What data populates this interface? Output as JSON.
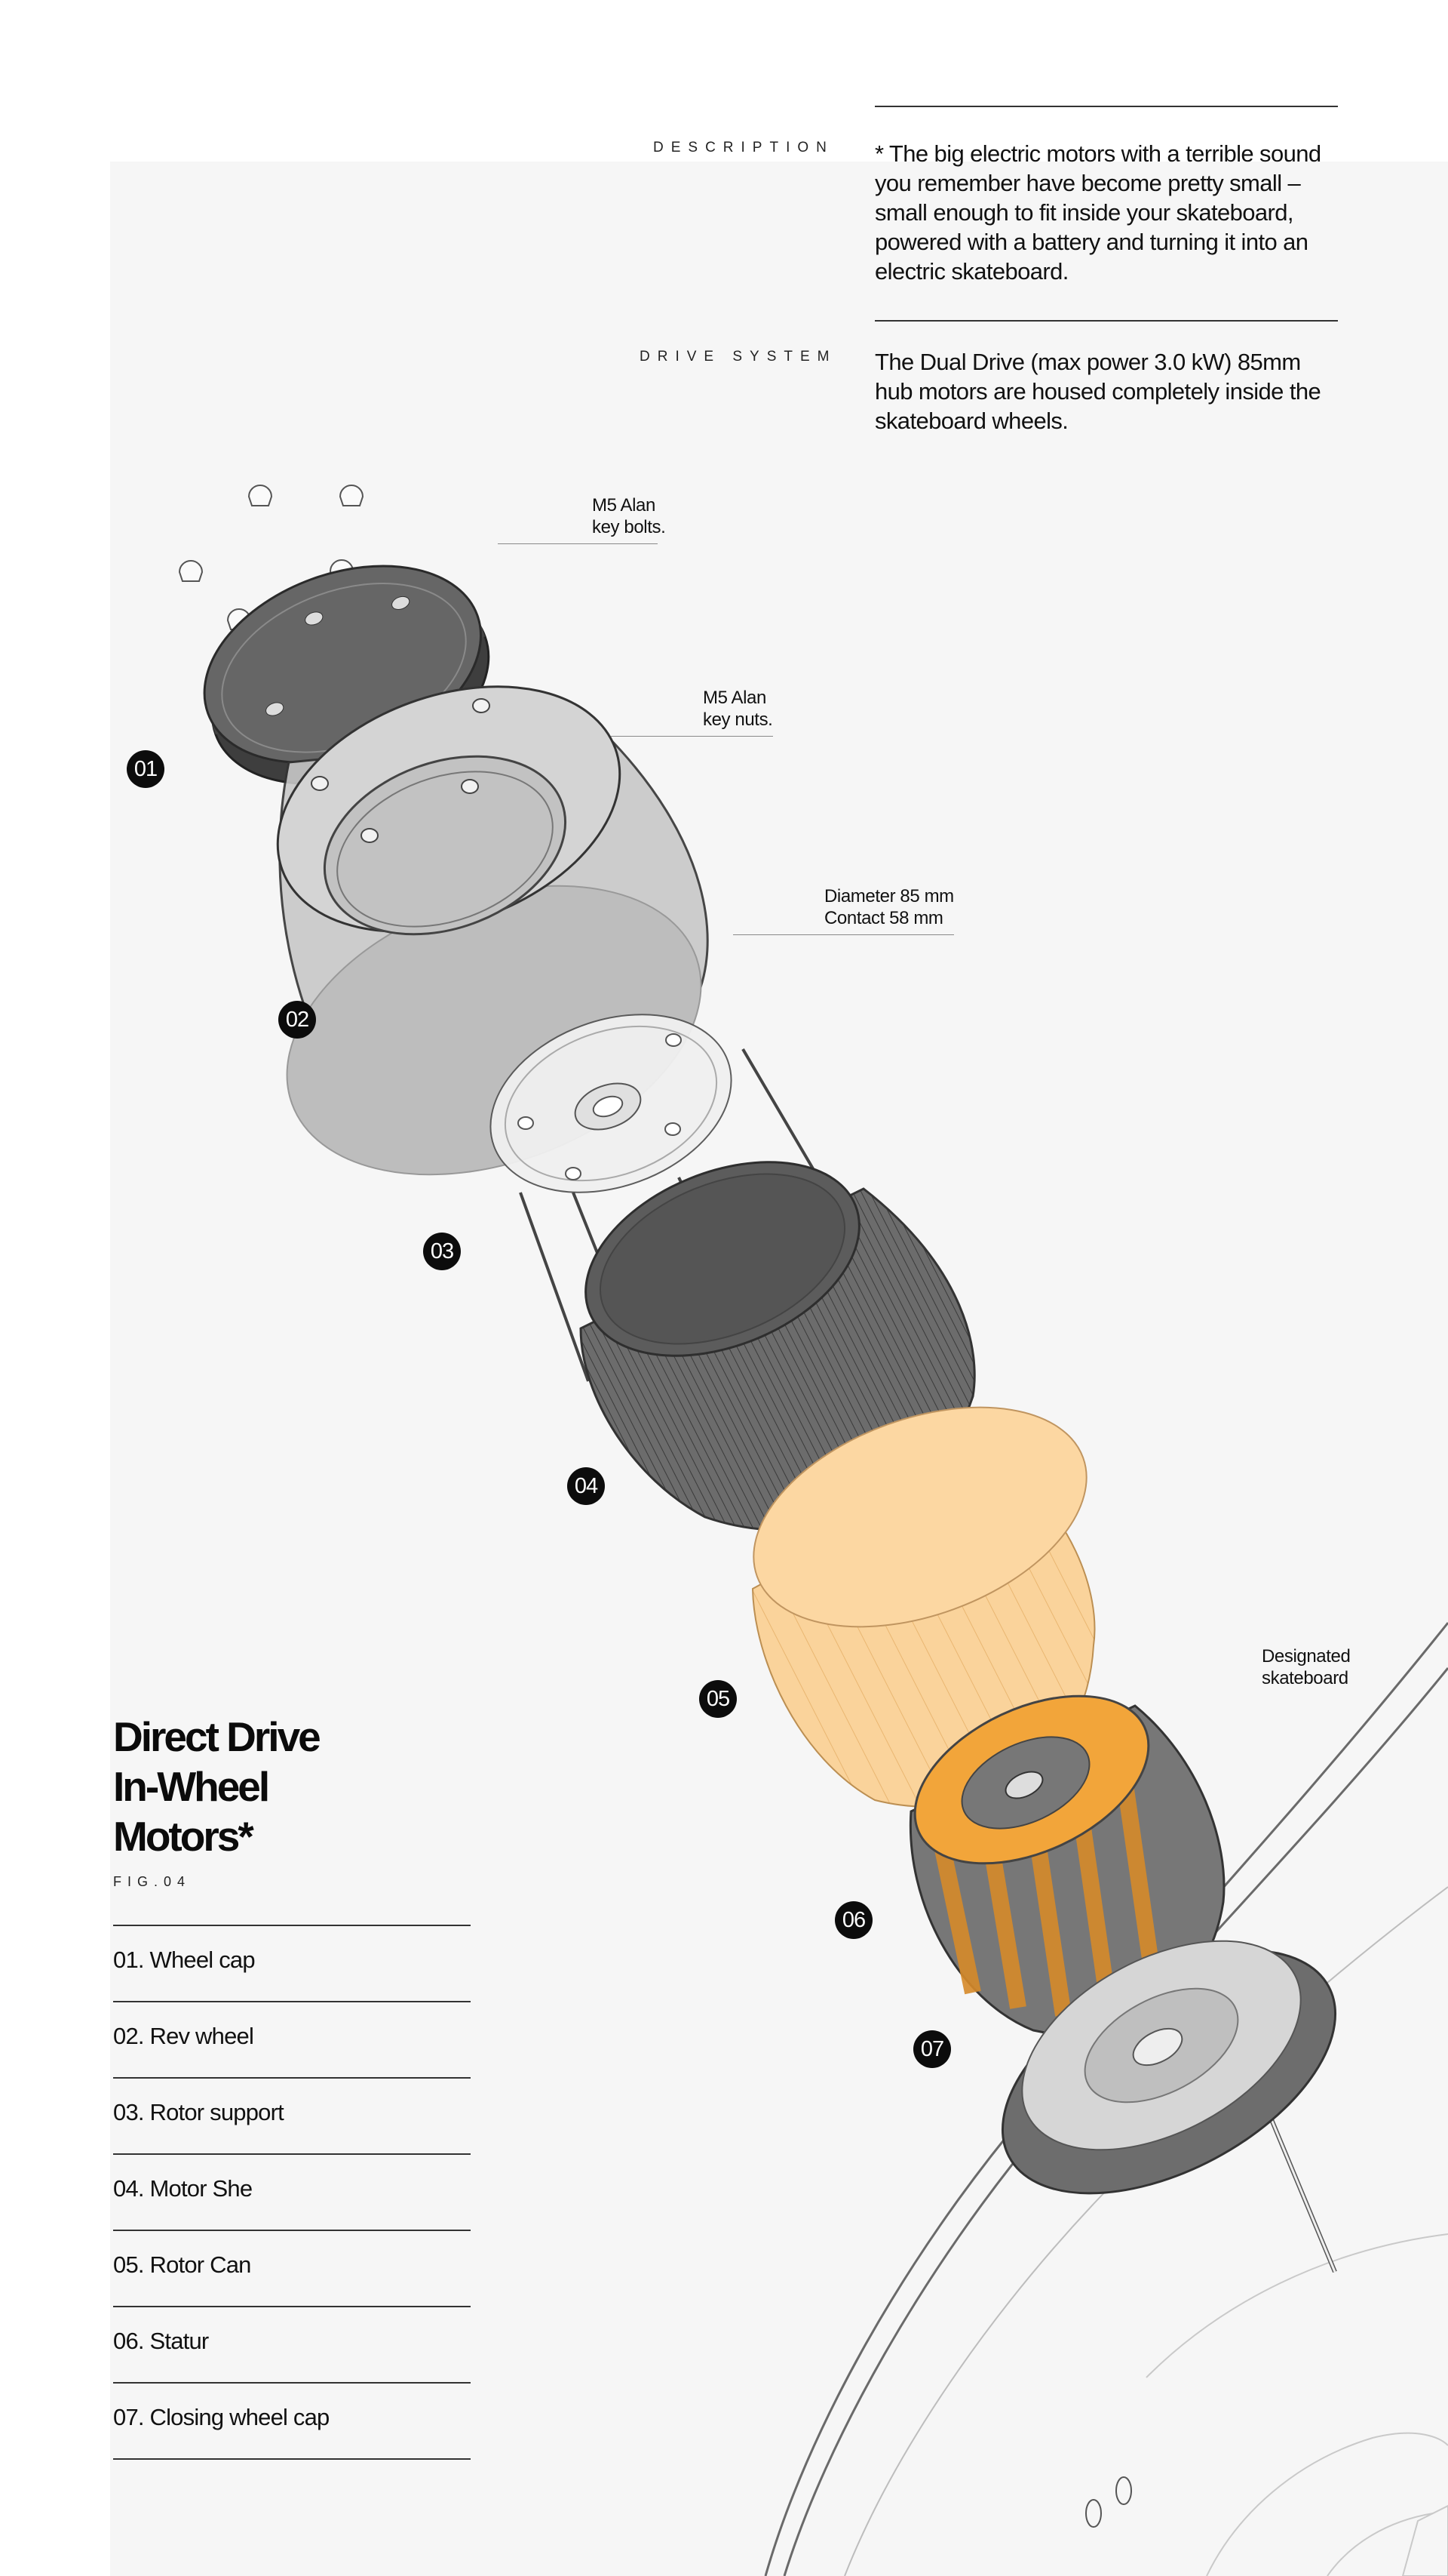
{
  "description": {
    "label": "DESCRIPTION",
    "text": "* The big electric motors with a terrible sound you remember have become pretty small – small enough to fit inside your skateboard, powered with a battery and turning it into an electric skateboard."
  },
  "drive_system": {
    "label": "DRIVE SYSTEM",
    "text": "The Dual Drive (max power 3.0 kW) 85mm hub motors are housed completely inside the skateboard wheels."
  },
  "callouts": {
    "bolts": "M5 Alan\nkey bolts.",
    "nuts": "M5 Alan\nkey nuts.",
    "diameter": "Diameter 85 mm\nContact 58 mm",
    "skateboard": "Designated\nskateboard"
  },
  "badges": [
    "01",
    "02",
    "03",
    "04",
    "05",
    "06",
    "07"
  ],
  "title_lines": [
    "Direct Drive",
    "In-Wheel",
    "Motors*"
  ],
  "fig_label": "FIG.04",
  "parts": [
    "01. Wheel cap",
    "02. Rev wheel",
    "03. Rotor support",
    "04. Motor She",
    "05. Rotor Can",
    "06. Statur",
    "07. Closing wheel cap"
  ],
  "colors": {
    "panel": "#f6f6f6",
    "cap": "#5f5f5f",
    "wheel": "#cfcfcf",
    "motor_shell": "#6e6e6e",
    "rotor_can": "#fbcf8c",
    "stator": "#7a7a7a",
    "copper": "#f2a53a",
    "closing_cap": "#7b7b7b"
  },
  "icons": [
    "bolt-icon",
    "nut-icon"
  ]
}
